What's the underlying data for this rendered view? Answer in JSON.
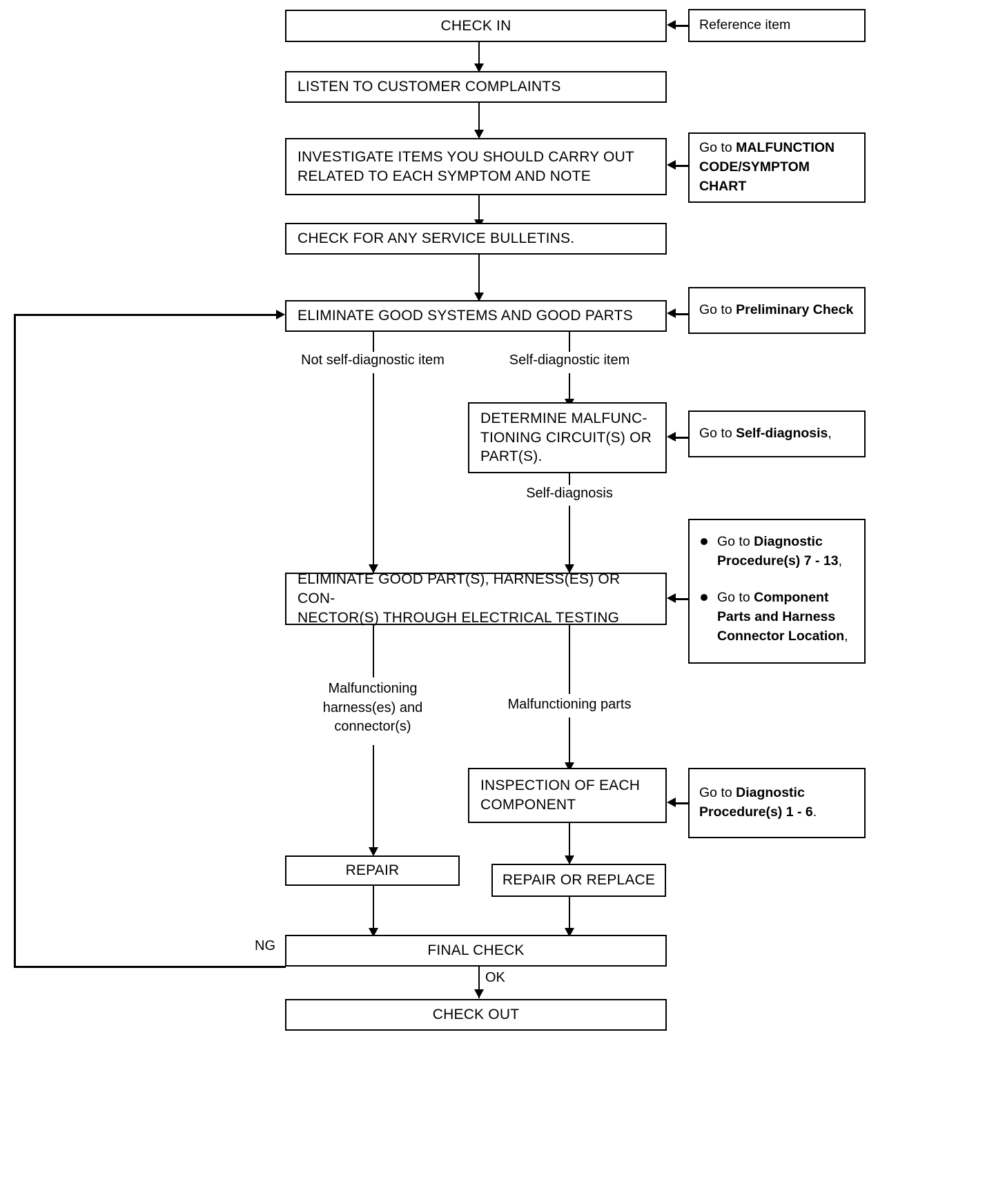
{
  "title": "Work Flow Diagnostic Flowchart",
  "nodes": {
    "check_in": "CHECK IN",
    "listen": "LISTEN TO CUSTOMER COMPLAINTS",
    "investigate_l1": "INVESTIGATE ITEMS YOU SHOULD CARRY OUT",
    "investigate_l2": "RELATED TO EACH SYMPTOM AND NOTE",
    "bulletins": "CHECK FOR ANY SERVICE BULLETINS.",
    "eliminate_systems": "ELIMINATE GOOD SYSTEMS AND GOOD PARTS",
    "determine_l1": "DETERMINE MALFUNC-",
    "determine_l2": "TIONING CIRCUIT(S) OR",
    "determine_l3": "PART(S).",
    "eliminate_parts_l1": "ELIMINATE GOOD PART(S), HARNESS(ES) OR CON-",
    "eliminate_parts_l2": "NECTOR(S) THROUGH ELECTRICAL TESTING",
    "inspection_l1": "INSPECTION OF EACH",
    "inspection_l2": "COMPONENT",
    "repair": "REPAIR",
    "repair_or_replace": "REPAIR OR REPLACE",
    "final_check": "FINAL CHECK",
    "check_out": "CHECK OUT"
  },
  "references": {
    "reference_item": "Reference item",
    "malfunction_chart": {
      "prefix": "Go to ",
      "bold": "MALFUNCTION CODE/SYMPTOM CHART"
    },
    "preliminary_check": {
      "prefix": "Go to ",
      "bold": "Preliminary Check"
    },
    "self_diagnosis": {
      "prefix": "Go to ",
      "bold": "Self-diagnosis",
      "suffix": ","
    },
    "diagnostic_7_13": {
      "prefix": "Go to ",
      "bold": "Diagnostic Procedure(s) 7 - 13",
      "suffix": ","
    },
    "component_parts": {
      "prefix": "Go to ",
      "bold": "Component Parts and Harness Connector Location",
      "suffix": ","
    },
    "diagnostic_1_6": {
      "prefix": "Go to ",
      "bold": "Diagnostic Procedure(s) 1 - 6",
      "suffix": "."
    }
  },
  "edge_labels": {
    "not_self_diagnostic": "Not self-diagnostic item",
    "self_diagnostic": "Self-diagnostic item",
    "self_diagnosis": "Self-diagnosis",
    "malfunctioning_harness": "Malfunctioning\nharness(es) and\nconnector(s)",
    "malfunctioning_parts": "Malfunctioning parts",
    "ng": "NG",
    "ok": "OK"
  },
  "colors": {
    "line": "#000000",
    "background": "#ffffff",
    "text": "#000000"
  }
}
